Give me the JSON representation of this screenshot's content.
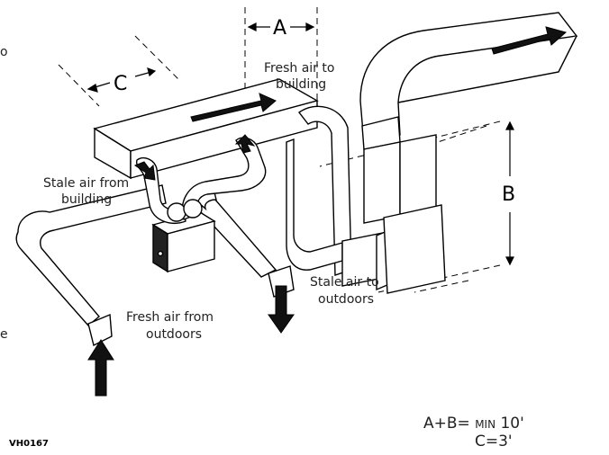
{
  "labels": {
    "fresh_air_to_building_1": "Fresh air to",
    "fresh_air_to_building_2": "building",
    "stale_air_from_building_1": "Stale air from",
    "stale_air_from_building_2": "building",
    "fresh_air_from_outdoors_1": "Fresh air from",
    "fresh_air_from_outdoors_2": "outdoors",
    "stale_air_to_outdoors_1": "Stale air to",
    "stale_air_to_outdoors_2": "outdoors"
  },
  "dimensions": {
    "a": "A",
    "b": "B",
    "c": "C"
  },
  "formula": {
    "line1_prefix": "A+B= ",
    "line1_min": "MIN",
    "line1_value": " 10'",
    "line2": "C=3'"
  },
  "figure_id": "VH0167",
  "edge_text": {
    "top": "o",
    "bottom": "e"
  }
}
